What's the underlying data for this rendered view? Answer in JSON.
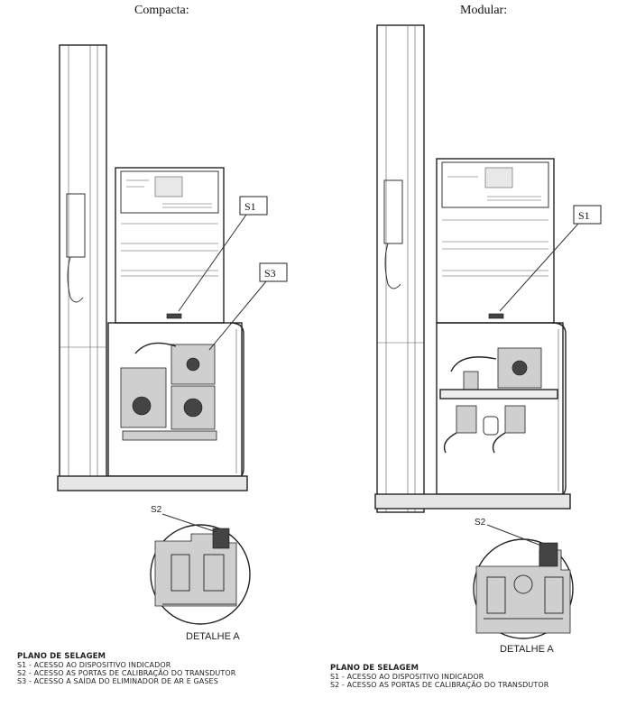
{
  "titles": {
    "compacta": "Compacta:",
    "modular": "Modular:"
  },
  "callouts": {
    "s1": "S1",
    "s2": "S2",
    "s3": "S3"
  },
  "detail_label": "DETALHE A",
  "legend_compacta": {
    "title": "PLANO DE SELAGEM",
    "items": [
      "S1 - ACESSO AO DISPOSITIVO INDICADOR",
      "S2 - ACESSO AS PORTAS DE CALIBRAÇÃO DO TRANSDUTOR",
      "S3 - ACESSO A SAÍDA DO ELIMINADOR DE AR E GASES"
    ]
  },
  "legend_modular": {
    "title": "PLANO DE SELAGEM",
    "items": [
      "S1 - ACESSO AO DISPOSITIVO INDICADOR",
      "S2 - ACESSO AS PORTAS DE CALIBRAÇÃO DO TRANSDUTOR"
    ]
  }
}
